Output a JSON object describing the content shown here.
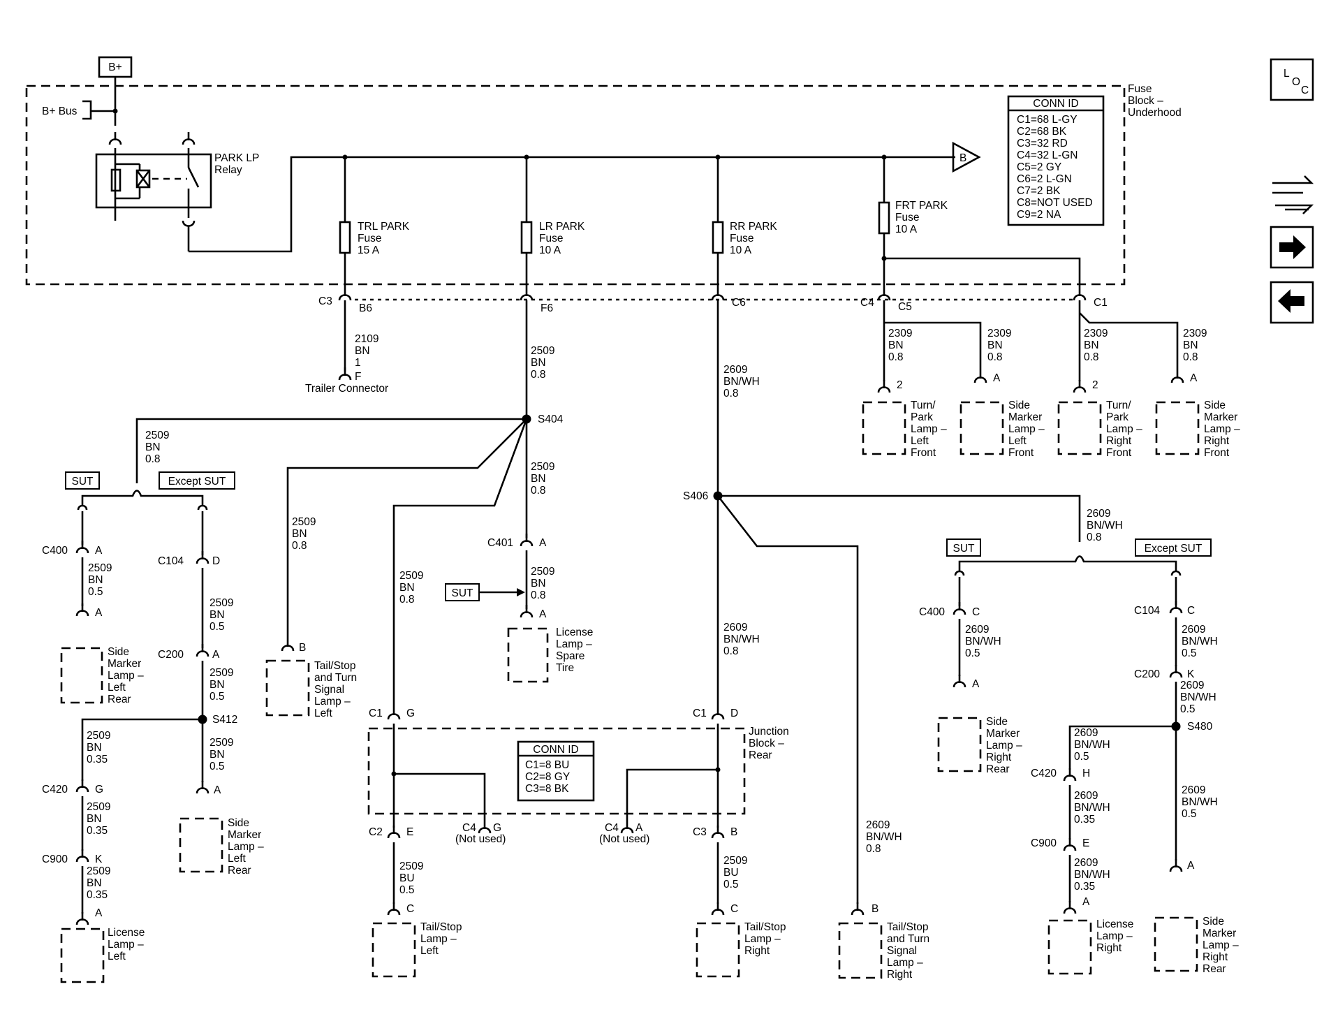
{
  "power": {
    "b_plus": "B+",
    "b_plus_bus": "B+ Bus"
  },
  "fuse_block": {
    "name": [
      "Fuse",
      "Block –",
      "Underhood"
    ]
  },
  "relay": {
    "name": [
      "PARK LP",
      "Relay"
    ]
  },
  "offpage": "B",
  "loc": {
    "l": "L",
    "o": "O",
    "c": "C"
  },
  "conn_id_top": {
    "title": "CONN ID",
    "rows": [
      "C1=68 L-GY",
      "C2=68 BK",
      "C3=32 RD",
      "C4=32 L-GN",
      "C5=2 GY",
      "C6=2 L-GN",
      "C7=2 BK",
      "C8=NOT USED",
      "C9=2 NA"
    ]
  },
  "conn_id_bottom": {
    "title": "CONN ID",
    "rows": [
      "C1=8 BU",
      "C2=8 GY",
      "C3=8 BK"
    ]
  },
  "fuses": {
    "trl": [
      "TRL PARK",
      "Fuse",
      "15 A"
    ],
    "lr": [
      "LR PARK",
      "Fuse",
      "10 A"
    ],
    "rr": [
      "RR PARK",
      "Fuse",
      "10 A"
    ],
    "frt": [
      "FRT PARK",
      "Fuse",
      "10 A"
    ]
  },
  "junction_block": [
    "Junction",
    "Block –",
    "Rear"
  ],
  "splices": {
    "s404": "S404",
    "s406": "S406",
    "s412": "S412",
    "s480": "S480"
  },
  "options": {
    "sut": "SUT",
    "except_sut": "Except SUT"
  },
  "not_used": "(Not used)",
  "wires": {
    "w2109": [
      "2109",
      "BN",
      "1"
    ],
    "w2509_08": [
      "2509",
      "BN",
      "0.8"
    ],
    "w2509_05": [
      "2509",
      "BN",
      "0.5"
    ],
    "w2509_035": [
      "2509",
      "BN",
      "0.35"
    ],
    "w2509_bu": [
      "2509",
      "BU",
      "0.5"
    ],
    "w2609_08": [
      "2609",
      "BN/WH",
      "0.8"
    ],
    "w2609_05": [
      "2609",
      "BN/WH",
      "0.5"
    ],
    "w2609_035": [
      "2609",
      "BN/WH",
      "0.35"
    ],
    "w2309": [
      "2309",
      "BN",
      "0.8"
    ]
  },
  "connectors": {
    "c3": "C3",
    "b6": "B6",
    "f6": "F6",
    "c6": "C6",
    "c4": "C4",
    "c5": "C5",
    "c1": "C1",
    "f": "F",
    "a": "A",
    "b": "B",
    "c": "C",
    "d": "D",
    "e": "E",
    "g": "G",
    "h": "H",
    "k": "K",
    "p2": "2",
    "c400": "C400",
    "c104": "C104",
    "c200": "C200",
    "c420": "C420",
    "c900": "C900",
    "c401": "C401",
    "c2": "C2"
  },
  "components": {
    "trailer": "Trailer Connector",
    "turn_park_left_front": [
      "Turn/",
      "Park",
      "Lamp –",
      "Left",
      "Front"
    ],
    "side_marker_left_front": [
      "Side",
      "Marker",
      "Lamp –",
      "Left",
      "Front"
    ],
    "turn_park_right_front": [
      "Turn/",
      "Park",
      "Lamp –",
      "Right",
      "Front"
    ],
    "side_marker_right_front": [
      "Side",
      "Marker",
      "Lamp –",
      "Right",
      "Front"
    ],
    "side_marker_left_rear": [
      "Side",
      "Marker",
      "Lamp –",
      "Left",
      "Rear"
    ],
    "side_marker_right_rear": [
      "Side",
      "Marker",
      "Lamp –",
      "Right",
      "Rear"
    ],
    "license_left": [
      "License",
      "Lamp –",
      "Left"
    ],
    "license_right": [
      "License",
      "Lamp –",
      "Right"
    ],
    "license_spare": [
      "License",
      "Lamp –",
      "Spare",
      "Tire"
    ],
    "tail_stop_turn_left": [
      "Tail/Stop",
      "and Turn",
      "Signal",
      "Lamp –",
      "Left"
    ],
    "tail_stop_turn_right": [
      "Tail/Stop",
      "and Turn",
      "Signal",
      "Lamp –",
      "Right"
    ],
    "tail_stop_left": [
      "Tail/Stop",
      "Lamp –",
      "Left"
    ],
    "tail_stop_right": [
      "Tail/Stop",
      "Lamp –",
      "Right"
    ]
  }
}
